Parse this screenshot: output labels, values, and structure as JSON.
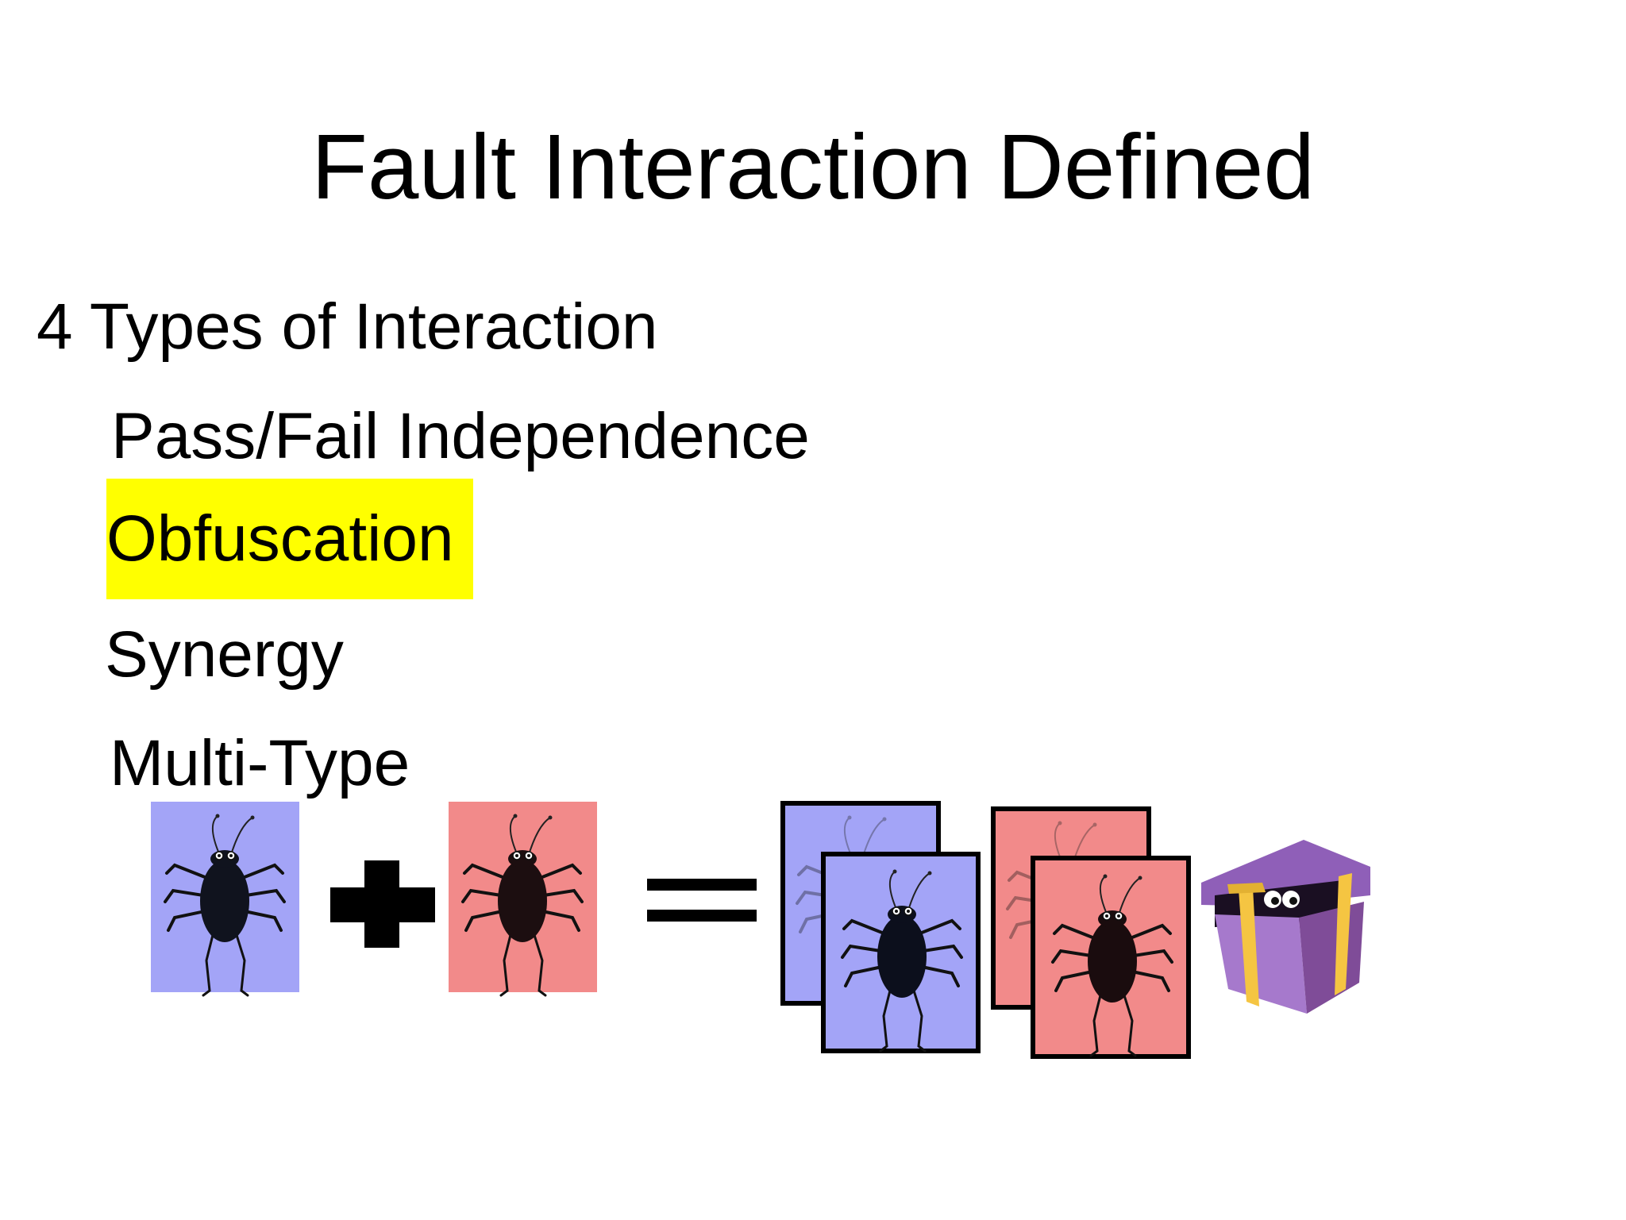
{
  "slide": {
    "title": "Fault Interaction Defined",
    "heading": "4 Types of Interaction",
    "items": [
      {
        "label": "Pass/Fail Independence"
      },
      {
        "label": "Obfuscation",
        "highlighted": true
      },
      {
        "label": "Synergy"
      },
      {
        "label": "Multi-Type"
      }
    ]
  },
  "colors": {
    "highlight": "#ffff00",
    "card_blue": "#a3a4f7",
    "card_red": "#f28a8a",
    "bug": "#0c0c14",
    "box_purple": "#a679cc",
    "box_ribbon": "#f5c542"
  },
  "icons": [
    "bug-icon",
    "plus-icon",
    "equals-icon",
    "mystery-box-icon"
  ]
}
